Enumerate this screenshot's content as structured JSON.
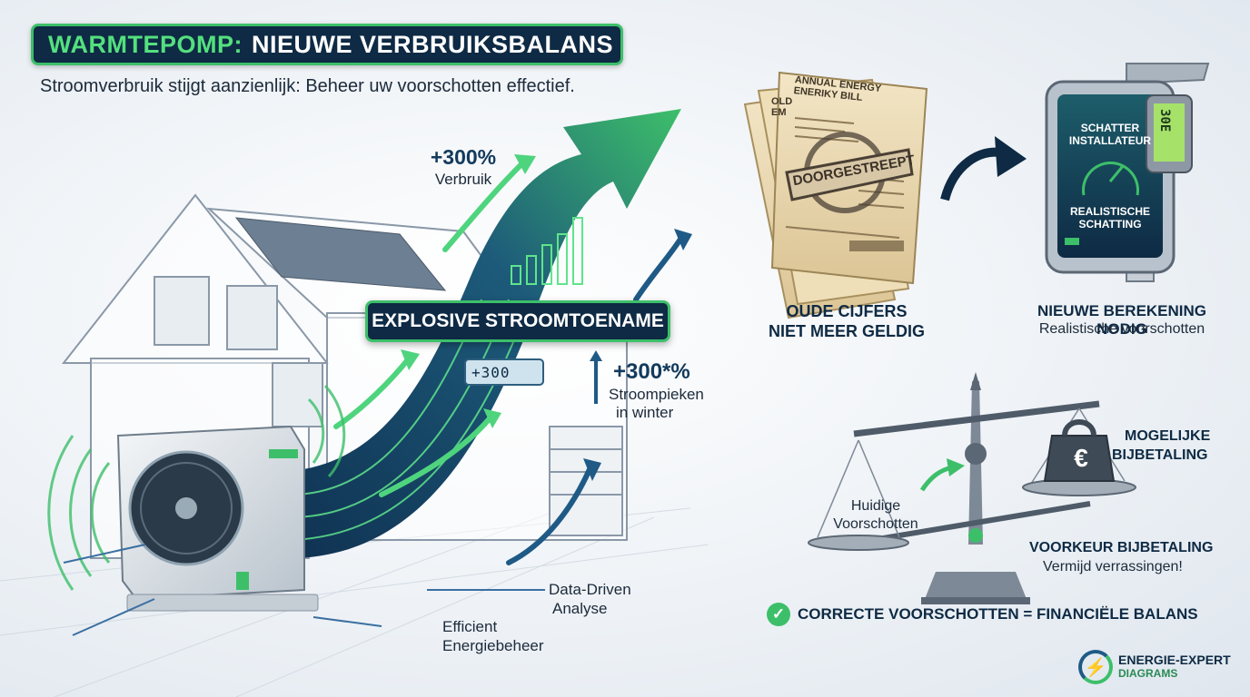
{
  "title": {
    "part1": "WARMTEPOMP:",
    "part2": "NIEUWE VERBRUIKSBALANS"
  },
  "subtitle": "Stroomverbruik stijgt aanzienlijk: Beheer uw voorschotten effectief.",
  "left": {
    "pct_usage": "+300%",
    "pct_usage_label": "Verbruik",
    "explosive_label": "EXPLOSIVE STROOMTOENAME",
    "meter_value": "+300",
    "pct_peaks": "+300*%",
    "peaks_line1": "Stroompieken",
    "peaks_line2": "in winter",
    "analysis_line1": "Data-Driven",
    "analysis_line2": "Analyse",
    "energy_line1": "Efficient",
    "energy_line2": "Energiebeheer"
  },
  "bills": {
    "front_line1": "ANNUAL ENERGY",
    "front_line2": "ENERIKY BILL",
    "back_line1": "OLD",
    "back_line2": "EM",
    "stamp": "DOORGESTREEPT",
    "caption_line1": "OUDE CIJFERS",
    "caption_line2": "NIET MEER GELDIG"
  },
  "phone": {
    "screen_line1": "SCHATTER",
    "screen_line2": "INSTALLATEUR",
    "screen_line3": "REALISTISCHE",
    "screen_line4": "SCHATTING",
    "caliper_display": "30E",
    "caption_title": "NIEUWE BEREKENING NODIG",
    "caption_sub": "Realistische voorschotten"
  },
  "scale": {
    "weight_symbol": "€",
    "right_line1": "MOGELIJKE",
    "right_line2": "BIJBETALING",
    "left_line1": "Huidige",
    "left_line2": "Voorschotten",
    "pref_title": "VOORKEUR BIJBETALING",
    "pref_sub": "Vermijd verrassingen!"
  },
  "conclusion": "CORRECTE VOORSCHOTTEN = FINANCIËLE BALANS",
  "brand": {
    "line1": "ENERGIE-EXPERT",
    "line2": "DIAGRAMS"
  },
  "colors": {
    "navy": "#0e2a44",
    "green": "#3dbf6a",
    "blue": "#1f5a86",
    "paper": "#ead9b2"
  }
}
